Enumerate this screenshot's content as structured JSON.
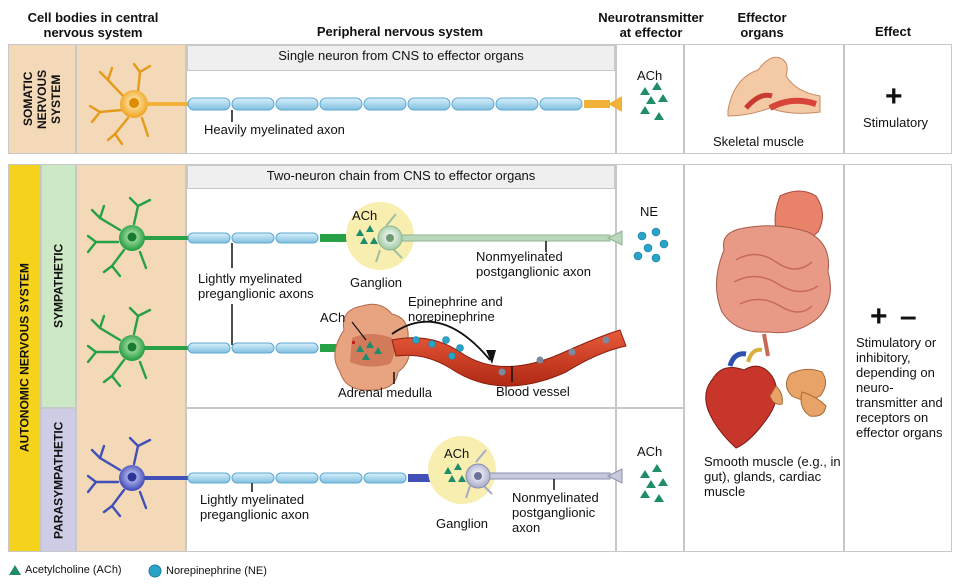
{
  "headers": {
    "cns": "Cell bodies in central nervous system",
    "pns": "Peripheral nervous system",
    "nt": "Neurotransmitter at effector",
    "effector": "Effector organs",
    "effect": "Effect"
  },
  "somatic": {
    "side_label": "SOMATIC NERVOUS SYSTEM",
    "band": "Single neuron from CNS to effector organs",
    "axon_label": "Heavily myelinated axon",
    "nt": "ACh",
    "organ": "Skeletal muscle",
    "effect_symbol": "+",
    "effect": "Stimulatory"
  },
  "autonomic": {
    "side_label": "AUTONOMIC NERVOUS SYSTEM",
    "band": "Two-neuron chain from CNS to effector organs",
    "effect_symbol": "+ –",
    "effect": "Stimulatory or inhibitory, depending on neuro- transmitter and receptors on effector organs",
    "organ": "Smooth muscle (e.g., in gut), glands, cardiac muscle"
  },
  "sympathetic": {
    "side_label": "SYMPATHETIC",
    "ganglion_nt": "ACh",
    "ganglion": "Ganglion",
    "pre_axons": "Lightly myelinated preganglionic axons",
    "post_axon": "Nonmyelinated postganglionic axon",
    "nt": "NE",
    "adrenal_nt": "ACh",
    "epi": "Epinephrine and norepinephrine",
    "adrenal": "Adrenal medulla",
    "vessel": "Blood vessel"
  },
  "parasympathetic": {
    "side_label": "PARASYMPATHETIC",
    "ganglion_nt": "ACh",
    "ganglion": "Ganglion",
    "pre_axon": "Lightly myelinated preganglionic axon",
    "post_axon": "Nonmyelinated postganglionic axon",
    "nt": "ACh"
  },
  "legend": {
    "ach": "Acetylcholine (ACh)",
    "ne": "Norepinephrine  (NE)"
  },
  "colors": {
    "somatic_bg": "#f3d9b8",
    "sympathetic_bg": "#cde8c4",
    "parasympathetic_bg": "#cfcde6",
    "autonomic_bar": "#f5d21b",
    "myelin": "#a8d6ee",
    "ach_green": "#1f8c6c",
    "ne_blue": "#2aa3c8"
  }
}
